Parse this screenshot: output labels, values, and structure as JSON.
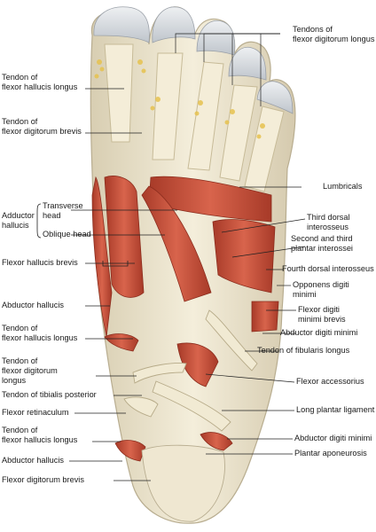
{
  "labels": {
    "tendons_fdl": [
      "Tendons of",
      "flexor digitorum longus"
    ],
    "tendon_fhl_top": [
      "Tendon of",
      "flexor hallucis longus"
    ],
    "tendon_fdb": [
      "Tendon of",
      "flexor digitorum brevis"
    ],
    "lumbricals": "Lumbricals",
    "adductor_hallucis": [
      "Adductor",
      "hallucis"
    ],
    "transverse_head": [
      "Transverse",
      "head"
    ],
    "oblique_head": "Oblique head",
    "third_dorsal_interosseus": [
      "Third dorsal",
      "interosseus"
    ],
    "second_third_plantar": [
      "Second and third",
      "plantar interossei"
    ],
    "flexor_hallucis_brevis": "Flexor hallucis brevis",
    "fourth_dorsal_interosseus": "Fourth dorsal interosseus",
    "opponens_digiti_minimi": [
      "Opponens digiti",
      "minimi"
    ],
    "abductor_hallucis_mid": "Abductor hallucis",
    "flexor_digiti_minimi_brevis": [
      "Flexor digiti",
      "minimi brevis"
    ],
    "tendon_fhl_mid": [
      "Tendon of",
      "flexor hallucis longus"
    ],
    "abductor_digiti_minimi_mid": "Abductor digiti minimi",
    "tendon_fdl_left": [
      "Tendon of",
      "flexor digitorum",
      "longus"
    ],
    "tendon_fibularis_longus": "Tendon of fibularis longus",
    "flexor_accessorius": "Flexor accessorius",
    "tendon_tibialis_posterior": "Tendon of tibialis posterior",
    "flexor_retinaculum": "Flexor retinaculum",
    "long_plantar_ligament": "Long plantar ligament",
    "tendon_fhl_low": [
      "Tendon of",
      "flexor hallucis longus"
    ],
    "abductor_digiti_minimi_low": "Abductor digiti minimi",
    "abductor_hallucis_low": "Abductor hallucis",
    "plantar_aponeurosis": "Plantar aponeurosis",
    "flexor_digitorum_brevis": "Flexor digitorum brevis"
  },
  "colors": {
    "skin_edge": "#d8cfb8",
    "bone": "#efe6cf",
    "tendon": "#f2ead3",
    "muscle": "#c8503c",
    "muscle_dark": "#9e3524",
    "nail": "#d9dde2",
    "fat": "#e8c45a",
    "leader": "#222222"
  }
}
